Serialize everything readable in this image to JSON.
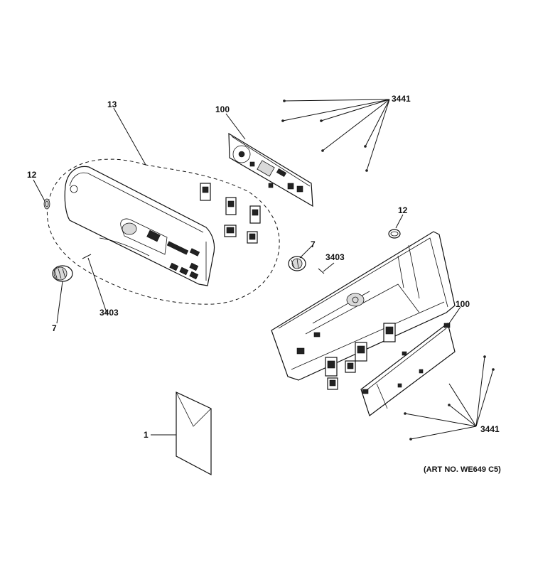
{
  "callouts": {
    "c13": "13",
    "c100_top": "100",
    "c3441_top": "3441",
    "c12_left": "12",
    "c12_right": "12",
    "c7_mid": "7",
    "c3403_mid": "3403",
    "c3403_left": "3403",
    "c7_left": "7",
    "c100_right": "100",
    "c3441_bottom": "3441",
    "c1": "1"
  },
  "art_number": "(ART NO. WE649 C5)"
}
